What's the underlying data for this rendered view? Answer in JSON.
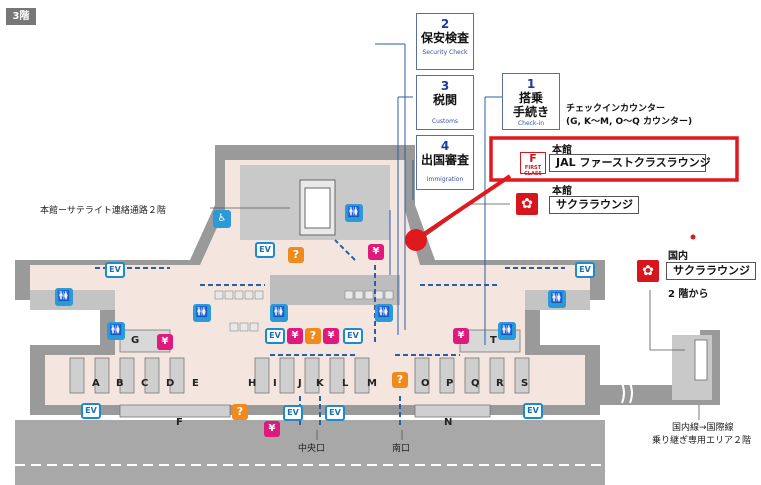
{
  "floor": "3階",
  "processes": {
    "security": {
      "num": "2",
      "ja": "保安検査",
      "en": "Security Check"
    },
    "customs": {
      "num": "3",
      "ja": "税関",
      "en": "Customs"
    },
    "immigration": {
      "num": "4",
      "ja": "出国審査",
      "en": "Immigration"
    },
    "checkin": {
      "num": "1",
      "ja_line1": "搭乗",
      "ja_line2": "手続き",
      "en": "Check-in"
    }
  },
  "checkin_note_line1": "チェックインカウンター",
  "checkin_note_line2": "(G, K〜M, O〜Q カウンター)",
  "lounges": {
    "jal_first": {
      "building": "本館",
      "name": "JAL ファーストクラスラウンジ",
      "highlight_color": "#e0191e"
    },
    "sakura_main": {
      "building": "本館",
      "name": "サクララウンジ"
    },
    "sakura_domestic": {
      "building": "国内",
      "name": "サクララウンジ",
      "floor_note": "2 階から"
    }
  },
  "labels": {
    "satellite_link": "本館ーサテライト連絡通路２階",
    "central_exit": "中央口",
    "south_exit": "南口",
    "transfer_line1": "国内線→国際線",
    "transfer_line2": "乗り継ぎ専用エリア２階"
  },
  "icons": {
    "ev": "EV",
    "yen": "¥",
    "info": "?"
  },
  "gates": [
    "A",
    "B",
    "C",
    "D",
    "E",
    "F",
    "G",
    "H",
    "I",
    "J",
    "K",
    "L",
    "M",
    "N",
    "O",
    "P",
    "Q",
    "R",
    "S",
    "T"
  ],
  "colors": {
    "highlight": "#e0191e",
    "path": "#2a5fa8",
    "floor": "#f3e7e0",
    "wall": "#999999"
  }
}
